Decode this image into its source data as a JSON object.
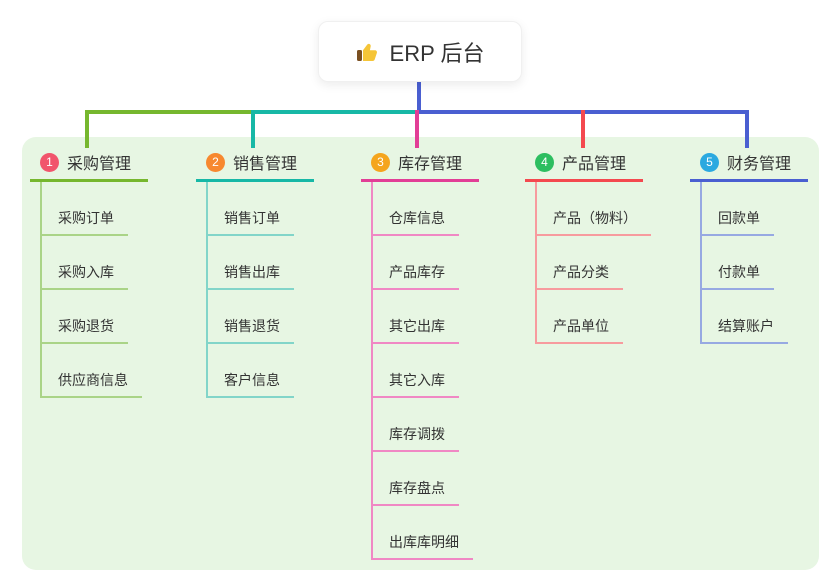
{
  "root": {
    "label": "ERP 后台",
    "icon": "thumbs-up-icon"
  },
  "connector": {
    "root_color": "#4a5fd1"
  },
  "branches": [
    {
      "number": "1",
      "title": "采购管理",
      "color": "#76b72e",
      "light_color": "#aad487",
      "badge_color": "#f1556c",
      "children": [
        "采购订单",
        "采购入库",
        "采购退货",
        "供应商信息"
      ]
    },
    {
      "number": "2",
      "title": "销售管理",
      "color": "#17b8a6",
      "light_color": "#82d5c9",
      "badge_color": "#f7882f",
      "children": [
        "销售订单",
        "销售出库",
        "销售退货",
        "客户信息"
      ]
    },
    {
      "number": "3",
      "title": "库存管理",
      "color": "#e23e96",
      "light_color": "#f088c4",
      "badge_color": "#f5a51d",
      "children": [
        "仓库信息",
        "产品库存",
        "其它出库",
        "其它入库",
        "库存调拨",
        "库存盘点",
        "出库库明细"
      ]
    },
    {
      "number": "4",
      "title": "产品管理",
      "color": "#f4494f",
      "light_color": "#f79b9e",
      "badge_color": "#2dbe60",
      "children": [
        "产品（物料）",
        "产品分类",
        "产品单位"
      ]
    },
    {
      "number": "5",
      "title": "财务管理",
      "color": "#4a5fd1",
      "light_color": "#97a9e2",
      "badge_color": "#2ba9e0",
      "children": [
        "回款单",
        "付款单",
        "结算账户"
      ]
    }
  ]
}
